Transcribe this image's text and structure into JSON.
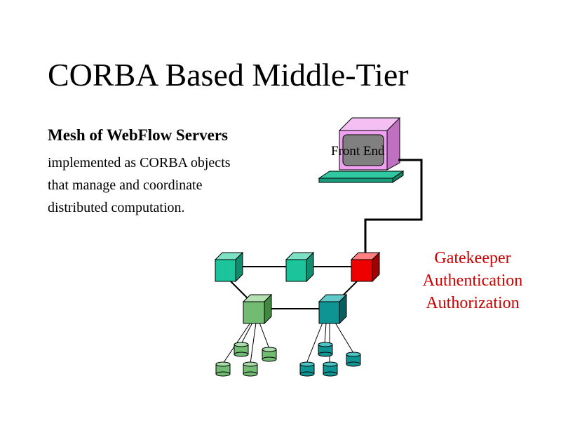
{
  "slide": {
    "title": "CORBA Based Middle-Tier",
    "heading": "Mesh of WebFlow Servers",
    "description_lines": [
      "implemented as CORBA objects",
      "that manage and coordinate",
      "distributed computation."
    ]
  },
  "diagram": {
    "front_end_label": "Front End",
    "gatekeeper_lines": [
      "Gatekeeper",
      "Authentication",
      "Authorization"
    ]
  },
  "colors": {
    "gatekeeper_text": "#cc0000",
    "gatekeeper_cube": "#ee0000",
    "server_cube_teal": "#1bc49a",
    "server_cube_green": "#72bb72",
    "server_cube_dark_teal": "#0f9494",
    "monitor_body": "#f0a0f0",
    "monitor_screen": "#808080",
    "keyboard": "#30c8a0"
  },
  "icons": [
    "computer-terminal-icon",
    "server-cube-icon",
    "database-cylinder-icon"
  ]
}
